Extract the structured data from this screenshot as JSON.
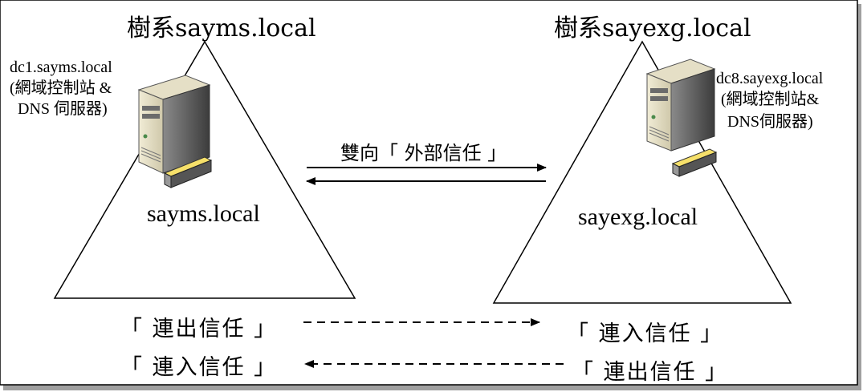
{
  "left_forest": {
    "title": "樹系sayms.local",
    "domain": "sayms.local",
    "server_name": "dc1.sayms.local",
    "server_role_line1": "(網域控制站 &",
    "server_role_line2": "DNS 伺服器)"
  },
  "right_forest": {
    "title": "樹系sayexg.local",
    "domain": "sayexg.local",
    "server_name": "dc8.sayexg.local",
    "server_role_line1": "(網域控制站&",
    "server_role_line2": "DNS伺服器)"
  },
  "bidirectional_label": "雙向「 外部信任 」",
  "row1": {
    "left": "「 連出信任 」",
    "right": "「 連入信任 」"
  },
  "row2": {
    "left": "「 連入信任 」",
    "right": "「 連出信任 」"
  },
  "colors": {
    "line": "#000000",
    "server_body": "#d9d3b8",
    "server_dark": "#4a4a4a",
    "shadow": "#9a9a9a"
  },
  "icons": [
    "server-icon",
    "arrow-right-icon",
    "arrow-left-icon"
  ]
}
